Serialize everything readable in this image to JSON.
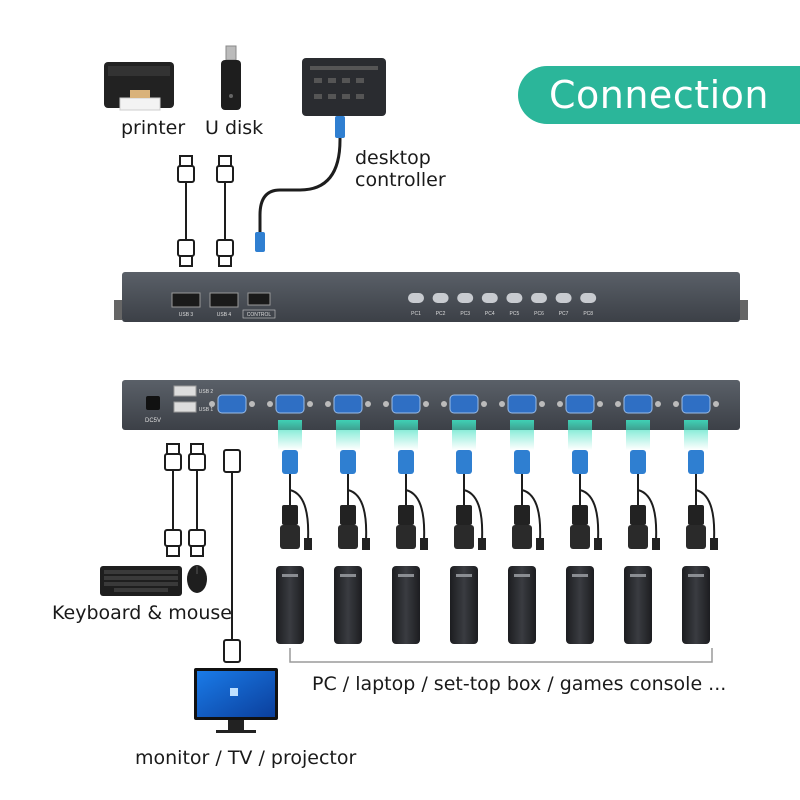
{
  "header": {
    "title": "Connection"
  },
  "labels": {
    "printer": "printer",
    "udisk": "U disk",
    "desktop_controller_line1": "desktop",
    "desktop_controller_line2": "controller",
    "keyboard_mouse": "Keyboard & mouse",
    "computers": "PC / laptop / set-top box / games console ...",
    "display": "monitor / TV / projector"
  },
  "front_panel": {
    "usb_labels": [
      "USB 3",
      "USB 4"
    ],
    "control_label": "CONTROL",
    "pc_buttons": [
      "PC1",
      "PC2",
      "PC3",
      "PC4",
      "PC5",
      "PC6",
      "PC7",
      "PC8"
    ]
  },
  "rear_panel": {
    "power_label": "DC5V",
    "usb_labels": [
      "USB 2",
      "USB 1"
    ],
    "port_count": 8
  },
  "colors": {
    "accent": "#2bb69a",
    "device_body": "#4a4f56",
    "vga_blue": "#2f7fd1",
    "glow": "#3fe0c0"
  }
}
